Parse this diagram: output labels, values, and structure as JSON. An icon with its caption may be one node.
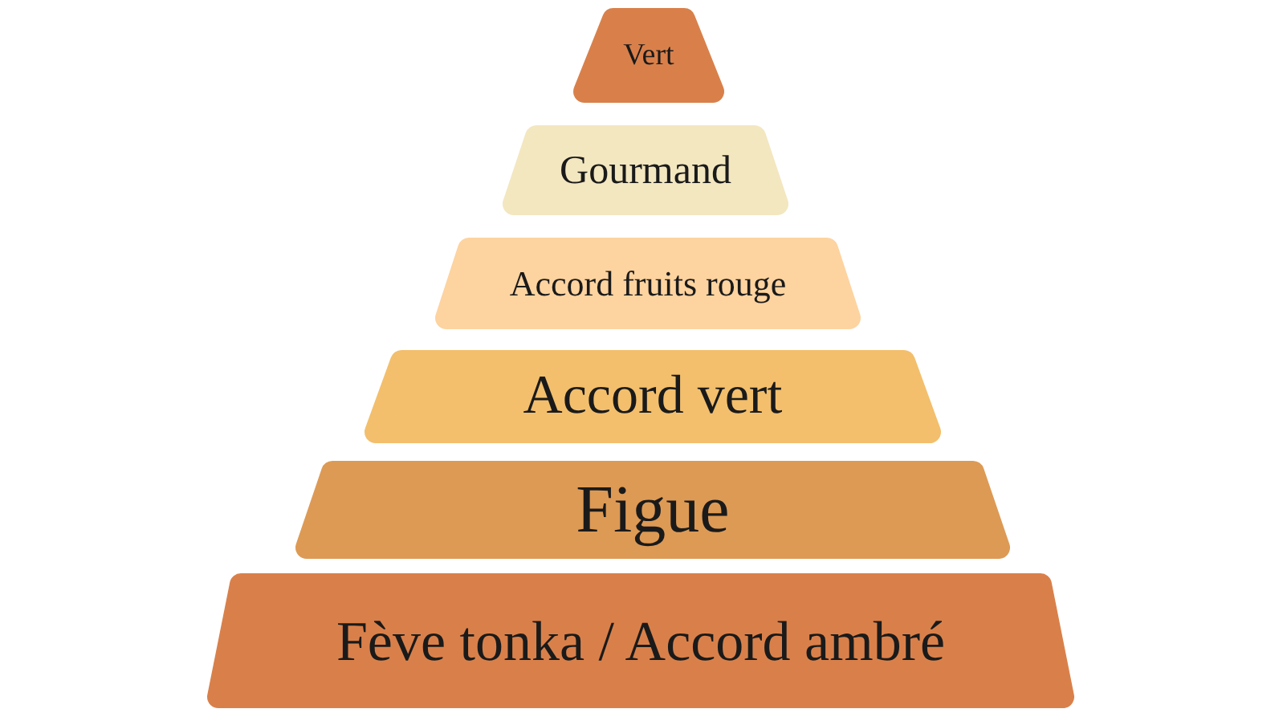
{
  "diagram": {
    "nodes": [
      {
        "text": [
          "Vert"
        ]
      },
      {
        "text": [
          "Gourmand"
        ]
      },
      {
        "text": [
          "Accord fruits rouge"
        ]
      },
      {
        "text": [
          "Accord vert"
        ]
      },
      {
        "text": [
          "Figue"
        ]
      },
      {
        "text": [
          "Fève tonka / Accord ambré"
        ]
      }
    ]
  }
}
